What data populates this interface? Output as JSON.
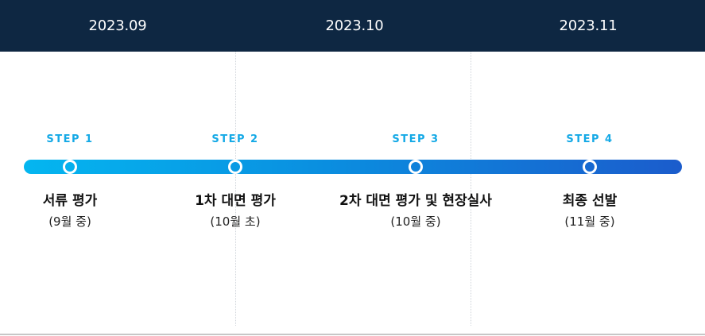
{
  "header": {
    "months": [
      "2023.09",
      "2023.10",
      "2023.11"
    ]
  },
  "steps": [
    {
      "label": "STEP 1",
      "title": "서류 평가",
      "period": "(9월 중)"
    },
    {
      "label": "STEP 2",
      "title": "1차 대면 평가",
      "period": "(10월 초)"
    },
    {
      "label": "STEP 3",
      "title": "2차 대면 평가 및 현장실사",
      "period": "(10월 중)"
    },
    {
      "label": "STEP 4",
      "title": "최종 선발",
      "period": "(11월 중)"
    }
  ],
  "colors": {
    "header_bg": "#0e2742",
    "track_start": "#04b6f0",
    "track_end": "#1b5ccc",
    "step_label": "#14a9e6"
  }
}
